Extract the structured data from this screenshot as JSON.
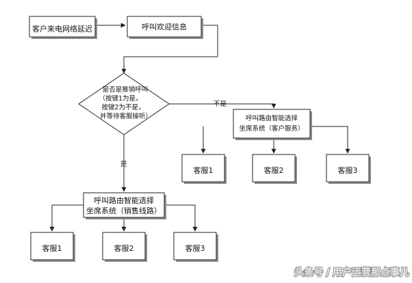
{
  "nodes": {
    "start": "客户来电网络延迟",
    "welcome": "呼叫欢迎信息",
    "decision": [
      "是否是推销呼叫",
      "（按键1为是，",
      "按键2为不是，",
      "并等待客服接听）"
    ],
    "route_service": [
      "呼叫路由智能选择",
      "坐席系统（客户服务）"
    ],
    "route_sales": [
      "呼叫路由智能选择",
      "坐席系统（销售线路）"
    ],
    "service_agents": [
      "客服1",
      "客服2",
      "客服3"
    ],
    "sales_agents": [
      "客服1",
      "客服2",
      "客服3"
    ]
  },
  "edges": {
    "no_label": "不是",
    "yes_label": "是"
  },
  "watermark": "头条号 / 用户运营那点事儿",
  "colors": {
    "line": "#222222",
    "shadow": "#8c8c8c",
    "box_fill": "#ffffff",
    "watermark_text": "#ffffff"
  }
}
